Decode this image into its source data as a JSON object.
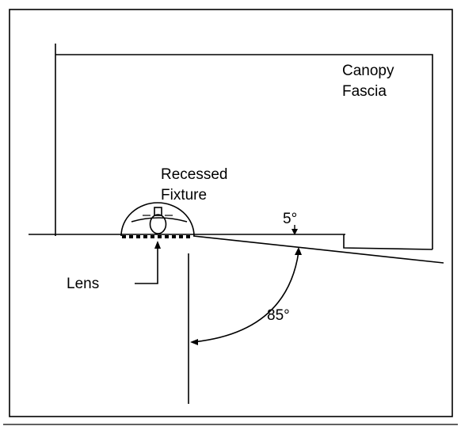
{
  "labels": {
    "canopy": "Canopy",
    "fascia": "Fascia",
    "recessed": "Recessed",
    "fixture": "Fixture",
    "lens": "Lens",
    "angle_small": "5°",
    "angle_large": "85°"
  },
  "colors": {
    "stroke": "#000000",
    "background": "#ffffff"
  }
}
